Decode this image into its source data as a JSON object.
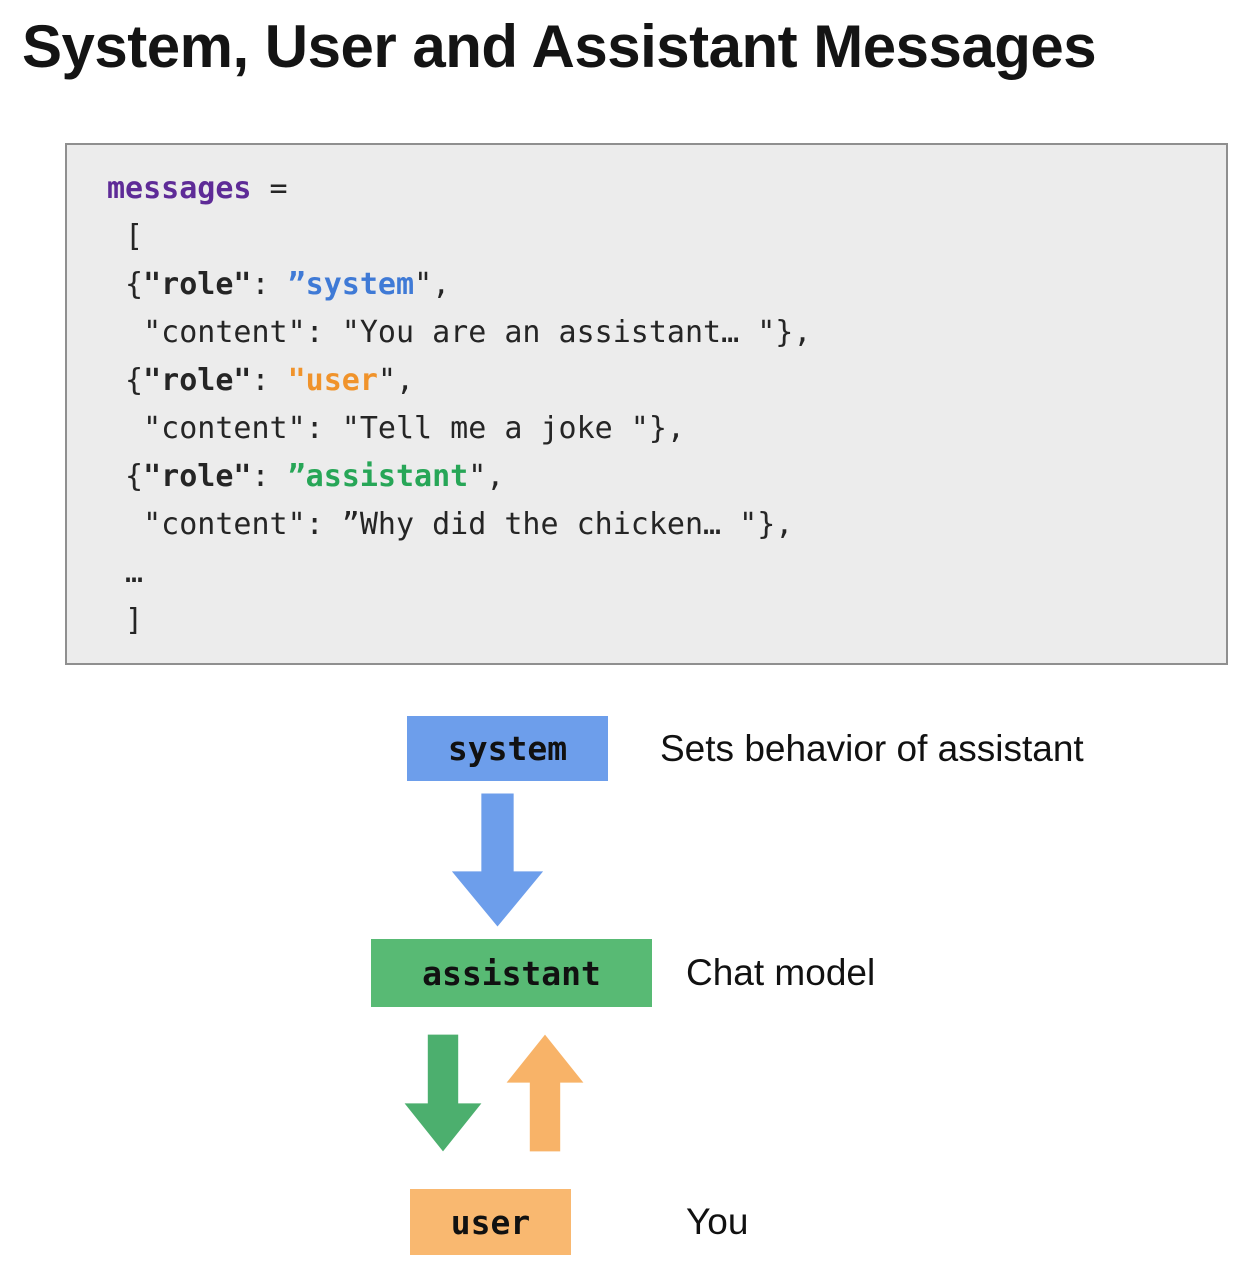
{
  "title": "System, User and Assistant Messages",
  "code": {
    "lines": [
      [
        {
          "t": "messages",
          "s": "kw"
        },
        {
          "t": " =",
          "s": "plain"
        }
      ],
      [
        {
          "t": " [",
          "s": "plain"
        }
      ],
      [
        {
          "t": " {",
          "s": "plain"
        },
        {
          "t": "\"role\"",
          "s": "bold"
        },
        {
          "t": ": ",
          "s": "plain"
        },
        {
          "t": "”system",
          "s": "system"
        },
        {
          "t": "\",",
          "s": "plain"
        }
      ],
      [
        {
          "t": "  \"content\": \"You are an assistant… \"},",
          "s": "plain"
        }
      ],
      [
        {
          "t": " {",
          "s": "plain"
        },
        {
          "t": "\"role\"",
          "s": "bold"
        },
        {
          "t": ": ",
          "s": "plain"
        },
        {
          "t": "\"user",
          "s": "user"
        },
        {
          "t": "\",",
          "s": "plain"
        }
      ],
      [
        {
          "t": "  \"content\": \"Tell me a joke \"},",
          "s": "plain"
        }
      ],
      [
        {
          "t": " {",
          "s": "plain"
        },
        {
          "t": "\"role\"",
          "s": "bold"
        },
        {
          "t": ": ",
          "s": "plain"
        },
        {
          "t": "”assistant",
          "s": "assistant"
        },
        {
          "t": "\",",
          "s": "plain"
        }
      ],
      [
        {
          "t": "  \"content\": ”Why did the chicken… \"},",
          "s": "plain"
        }
      ],
      [
        {
          "t": " …",
          "s": "plain"
        }
      ],
      [
        {
          "t": " ]",
          "s": "plain"
        }
      ]
    ],
    "token_colors": {
      "kw": "#5e2b97",
      "bold": "#252525",
      "system": "#3f7ad6",
      "user": "#f0932b",
      "assistant": "#27a657",
      "plain": "#252525"
    }
  },
  "flow": {
    "system": {
      "label": "system",
      "desc": "Sets behavior of assistant",
      "color": "#6d9eeb"
    },
    "assistant": {
      "label": "assistant",
      "desc": "Chat model",
      "color": "#58ba74"
    },
    "user": {
      "label": "user",
      "desc": "You",
      "color": "#f9b870"
    },
    "arrows": {
      "system_to_assistant": "#6d9eeb",
      "assistant_to_user": "#4caf6e",
      "user_to_assistant": "#f8b368"
    }
  }
}
